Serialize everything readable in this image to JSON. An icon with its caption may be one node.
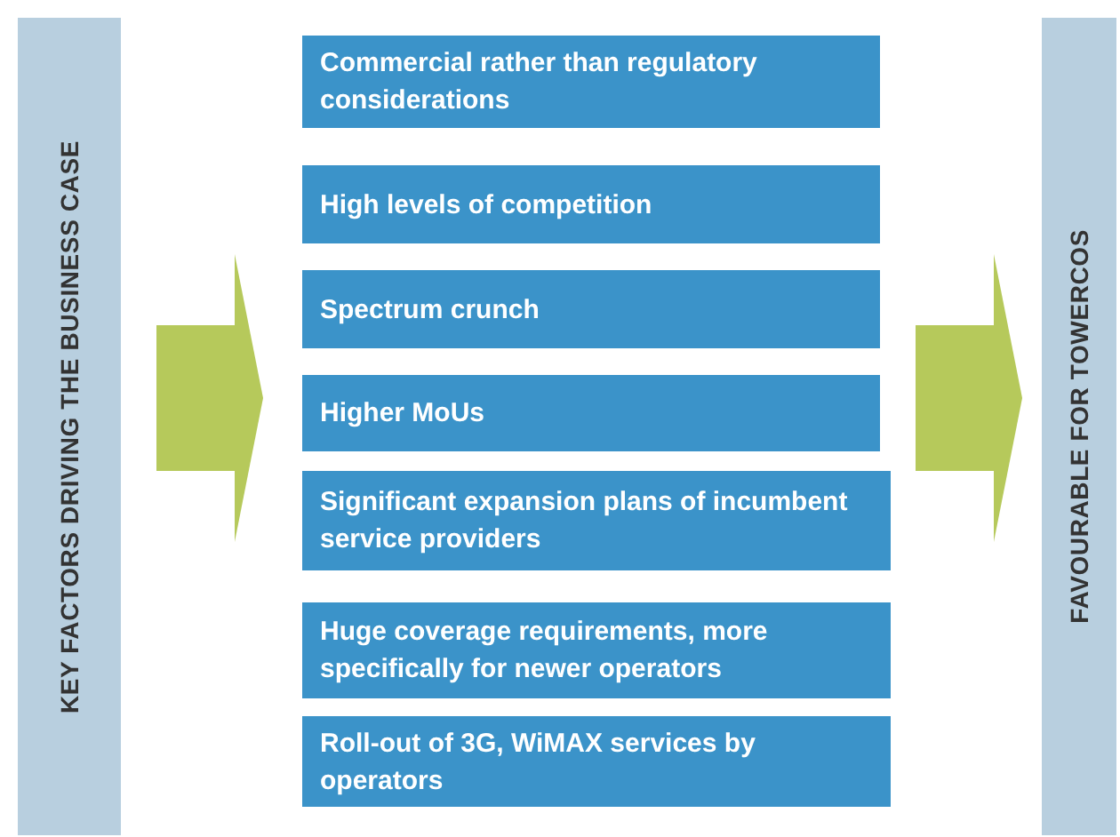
{
  "diagram": {
    "nodes": [
      {
        "text": [
          "KEY FACTORS DRIVING THE BUSINESS CASE"
        ]
      },
      {
        "text": [
          "Commercial rather than regulatory considerations"
        ]
      },
      {
        "text": [
          "High levels of competition"
        ]
      },
      {
        "text": [
          "Spectrum crunch"
        ]
      },
      {
        "text": [
          "Higher MoUs"
        ]
      },
      {
        "text": [
          "Significant expansion plans of incumbent service providers"
        ]
      },
      {
        "text": [
          "Huge coverage requirements, more specifically for newer operators"
        ]
      },
      {
        "text": [
          "Roll-out of 3G, WiMAX services by operators"
        ]
      },
      {
        "text": [
          "FAVOURABLE FOR TOWERCOS"
        ]
      }
    ]
  }
}
